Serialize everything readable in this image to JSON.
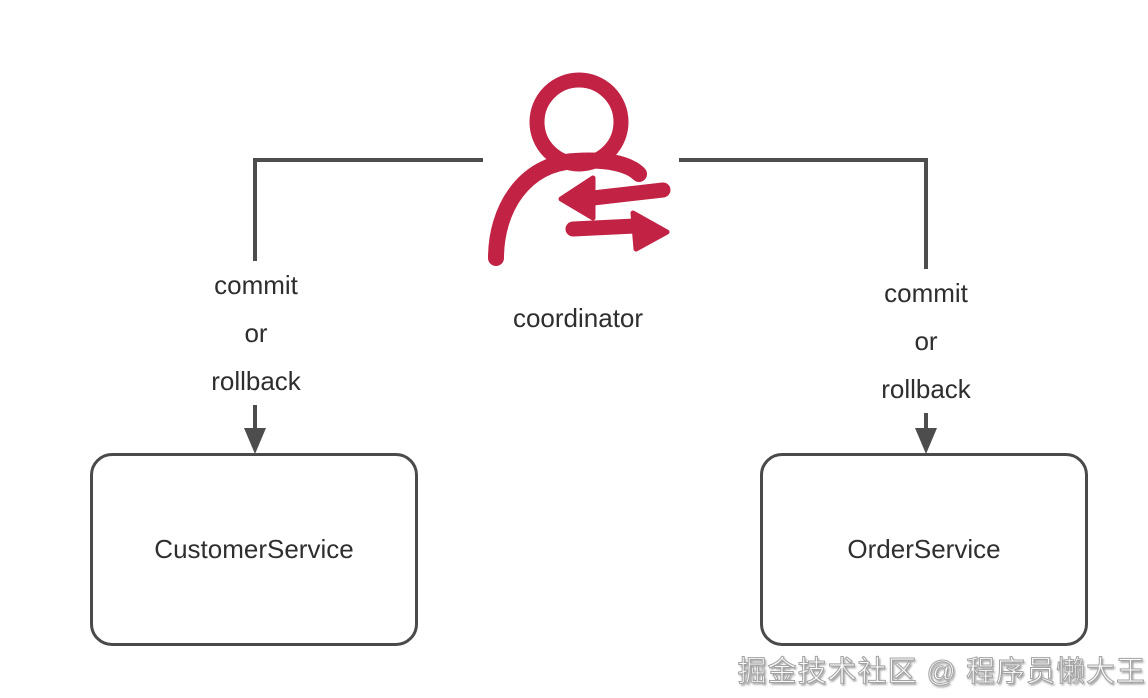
{
  "colors": {
    "accent_red": "#C22244",
    "line_gray": "#4D4D4D",
    "node_border_gray": "#4A4A4A",
    "text_dark": "#2E2E2E"
  },
  "coordinator": {
    "label": "coordinator",
    "icon": "person-swap-icon"
  },
  "branches": {
    "left": {
      "lines": [
        "commit",
        "or",
        "rollback"
      ],
      "target": "CustomerService"
    },
    "right": {
      "lines": [
        "commit",
        "or",
        "rollback"
      ],
      "target": "OrderService"
    }
  },
  "nodes": {
    "left": {
      "label": "CustomerService"
    },
    "right": {
      "label": "OrderService"
    }
  },
  "watermark": {
    "text": "掘金技术社区 @ 程序员懒大王"
  }
}
